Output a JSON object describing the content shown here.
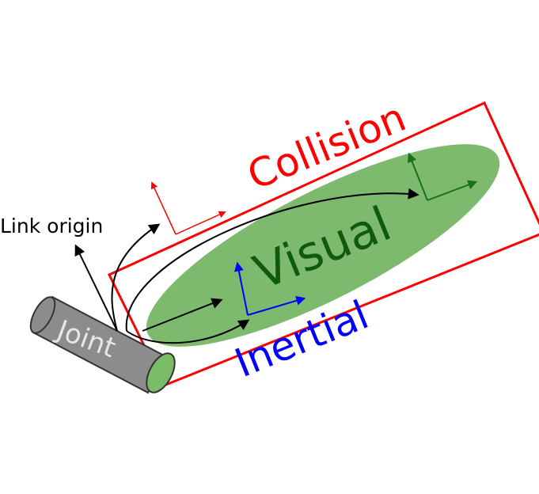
{
  "labels": {
    "link_origin": "Link origin",
    "joint": "Joint",
    "visual": "Visual",
    "collision": "Collision",
    "inertial": "Inertial"
  },
  "colors": {
    "visual_fill": "#7dba6e",
    "visual_text": "#0f5a0f",
    "visual_frame": "#1b6e1b",
    "collision": "#ff0000",
    "inertial": "#0000ff",
    "joint_fill": "#8c8c8c",
    "joint_end": "#7bbd67",
    "arrow": "#000000"
  }
}
